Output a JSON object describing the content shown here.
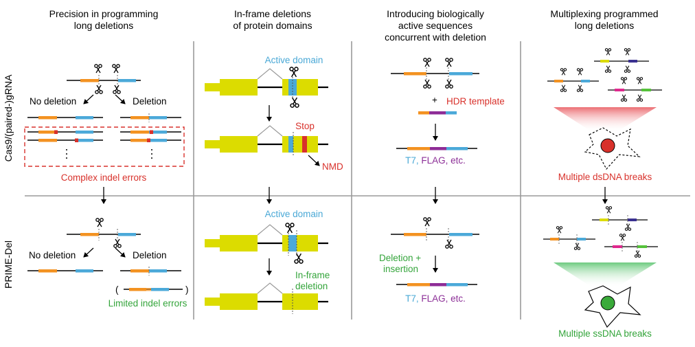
{
  "columns": {
    "col1": [
      "Precision in programming",
      "long deletions"
    ],
    "col2": [
      "In-frame deletions",
      "of protein domains"
    ],
    "col3": [
      "Introducing biologically",
      "active sequences",
      "concurrent with deletion"
    ],
    "col4": [
      "Multiplexing programmed",
      "long deletions"
    ]
  },
  "rows": {
    "top": "Cas9/(paired-)gRNA",
    "bottom": "PRIME-Del"
  },
  "labels": {
    "no_deletion": "No deletion",
    "deletion": "Deletion",
    "complex_indel_errors": "Complex indel errors",
    "limited_indel_errors": "Limited indel errors",
    "paren_open": "(",
    "paren_close": ")",
    "active_domain": "Active domain",
    "stop": "Stop",
    "nmd": "NMD",
    "in_frame_deletion": [
      "In-frame",
      "deletion"
    ],
    "plus": "+",
    "hdr_template": "HDR template",
    "tag_prefix": "T7,",
    "tag_flag": "FLAG,",
    "tag_etc": "etc.",
    "deletion_insertion": [
      "Deletion +",
      "insertion"
    ],
    "multiple_dsdna": "Multiple dsDNA breaks",
    "multiple_ssdna": "Multiple ssDNA breaks",
    "ellipsis": "·"
  },
  "colors": {
    "orange": "#f39221",
    "blue": "#4ba9d9",
    "yellow": "#dcdc00",
    "purple": "#8e2c96",
    "red": "#d8312b",
    "green": "#3aaa3a",
    "pink": "#e0288e",
    "lime": "#55c23a",
    "navy": "#3a3090",
    "label_blue": "#49a8d6",
    "label_red": "#d8312b",
    "label_green": "#33a43a",
    "label_purple": "#8c2f97"
  },
  "icons": [
    "scissors-icon",
    "arrow-icon",
    "cell-icon"
  ]
}
